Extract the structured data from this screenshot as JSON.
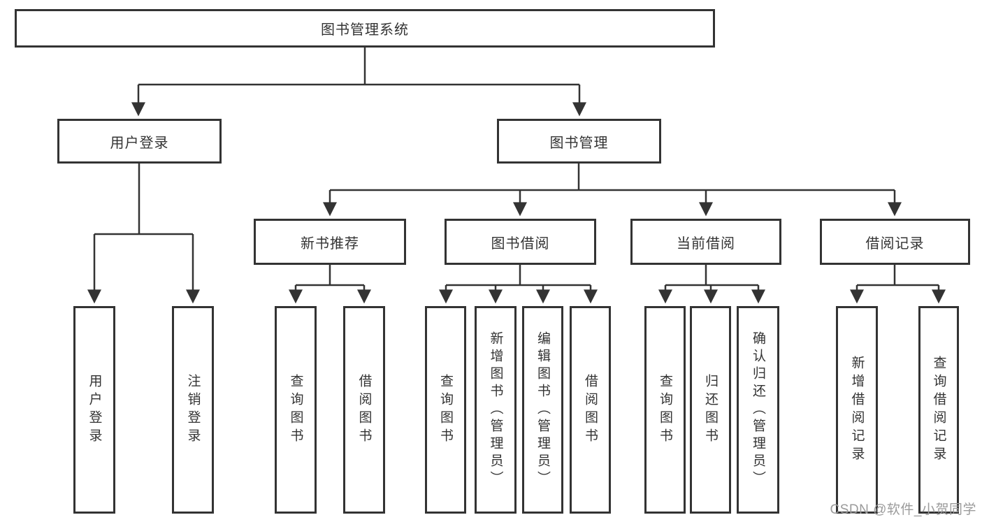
{
  "diagram": {
    "root": {
      "label": "图书管理系统"
    },
    "level2": [
      {
        "id": "user-login",
        "label": "用户登录"
      },
      {
        "id": "book-management",
        "label": "图书管理"
      }
    ],
    "level3": [
      {
        "id": "new-book-recommend",
        "label": "新书推荐"
      },
      {
        "id": "book-borrowing",
        "label": "图书借阅"
      },
      {
        "id": "current-borrowing",
        "label": "当前借阅"
      },
      {
        "id": "borrow-records",
        "label": "借阅记录"
      }
    ],
    "leaves": [
      {
        "parent": "user-login",
        "label": "用户登录"
      },
      {
        "parent": "user-login",
        "label": "注销登录"
      },
      {
        "parent": "new-book-recommend",
        "label": "查询图书"
      },
      {
        "parent": "new-book-recommend",
        "label": "借阅图书"
      },
      {
        "parent": "book-borrowing",
        "label": "查询图书"
      },
      {
        "parent": "book-borrowing",
        "label": "新增图书（管理员）"
      },
      {
        "parent": "book-borrowing",
        "label": "编辑图书（管理员）"
      },
      {
        "parent": "book-borrowing",
        "label": "借阅图书"
      },
      {
        "parent": "current-borrowing",
        "label": "查询图书"
      },
      {
        "parent": "current-borrowing",
        "label": "归还图书"
      },
      {
        "parent": "current-borrowing",
        "label": "确认归还（管理员）"
      },
      {
        "parent": "borrow-records",
        "label": "新增借阅记录"
      },
      {
        "parent": "borrow-records",
        "label": "查询借阅记录"
      }
    ]
  },
  "watermark": {
    "text": "CSDN @软件_小贺同学"
  },
  "colors": {
    "line": "#333333",
    "box_fill": "#ffffff",
    "text": "#333333",
    "watermark": "#9b9b9b",
    "background": "#ffffff"
  }
}
